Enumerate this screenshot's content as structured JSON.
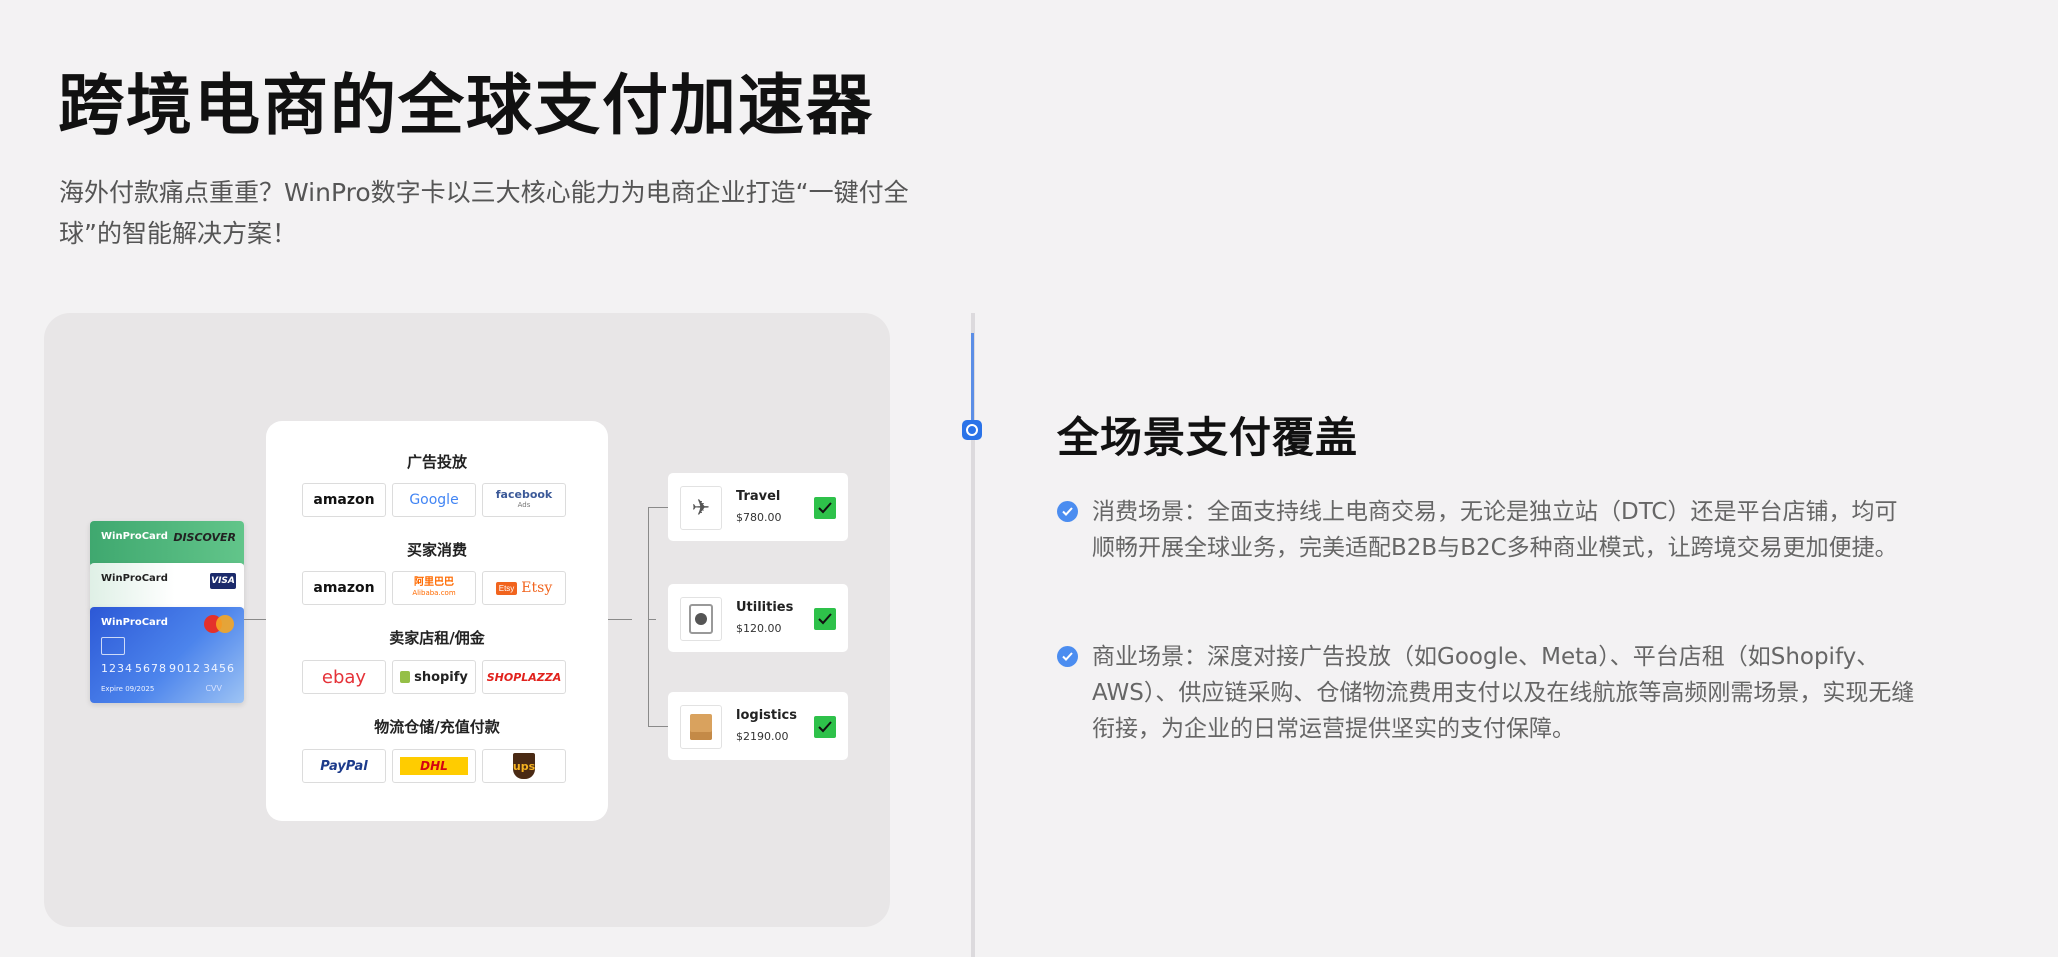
{
  "header": {
    "title": "跨境电商的全球支付加速器",
    "subtitle": "海外付款痛点重重？WinPro数字卡以三大核心能力为电商企业打造“一键付全球”的智能解决方案！"
  },
  "cards": {
    "green": {
      "brand": "WinProCard",
      "network": "DISCOVER"
    },
    "white": {
      "brand": "WinProCard",
      "network": "VISA"
    },
    "blue": {
      "brand": "WinProCard",
      "number": [
        "1234",
        "5678",
        "9012",
        "3456"
      ],
      "expiry_label": "Expire",
      "expiry": "09/2025",
      "cvv_label": "CVV"
    }
  },
  "platforms": {
    "categories": [
      {
        "title": "广告投放",
        "logos": [
          "amazon",
          "Google",
          "facebook"
        ]
      },
      {
        "title": "买家消费",
        "logos": [
          "amazon",
          "阿里巴巴",
          "Etsy"
        ]
      },
      {
        "title": "卖家店租/佣金",
        "logos": [
          "ebay",
          "shopify",
          "SHOPLAZZA"
        ]
      },
      {
        "title": "物流仓储/充值付款",
        "logos": [
          "PayPal",
          "DHL",
          "ups"
        ]
      }
    ],
    "logo_extras": {
      "facebook_sub": "Ads",
      "alibaba_sub": "Alibaba.com",
      "etsy_badge": "Etsy"
    }
  },
  "scenes": [
    {
      "name": "Travel",
      "amount": "$780.00",
      "icon": "airplane-icon"
    },
    {
      "name": "Utilities",
      "amount": "$120.00",
      "icon": "washing-machine-icon"
    },
    {
      "name": "logistics",
      "amount": "$2190.00",
      "icon": "boxes-icon"
    }
  ],
  "section": {
    "title": "全场景支付覆盖",
    "bullets": [
      "消费场景：全面支持线上电商交易，无论是独立站（DTC）还是平台店铺，均可顺畅开展全球业务，完美适配B2B与B2C多种商业模式，让跨境交易更加便捷。",
      "商业场景：深度对接广告投放（如Google、Meta）、平台店租（如Shopify、AWS）、供应链采购、仓储物流费用支付以及在线航旅等高频刚需场景，实现无缝衔接，为企业的日常运营提供坚实的支付保障。"
    ]
  },
  "colors": {
    "accent": "#2a73e8",
    "check": "#2ec14a",
    "panel": "#e8e6e7"
  }
}
